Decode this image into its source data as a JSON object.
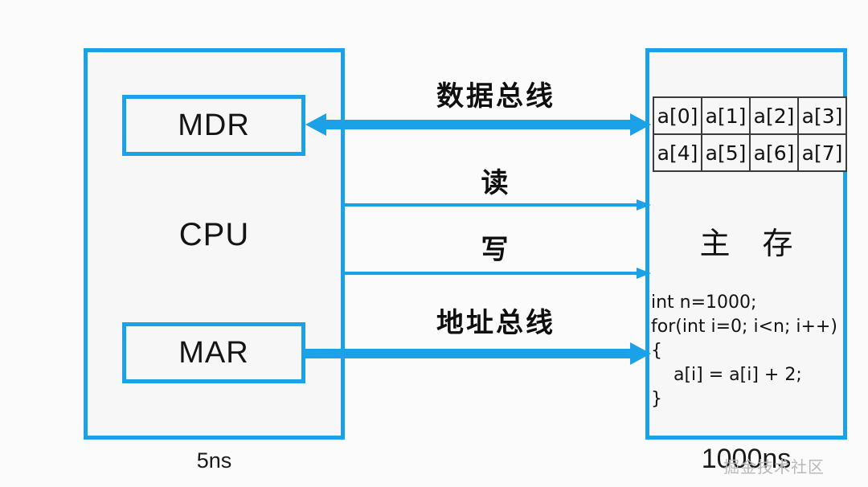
{
  "diagram": {
    "accent_color": "#1ba1e8",
    "background": "#fbfbfb",
    "text_color": "#141414",
    "grid_line_color": "#3b3b3b"
  },
  "cpu": {
    "label": "CPU",
    "registers": [
      {
        "name": "MDR",
        "label": "MDR"
      },
      {
        "name": "MAR",
        "label": "MAR"
      }
    ],
    "timing": "5ns"
  },
  "memory": {
    "label": "主 存",
    "timing": "1000ns",
    "array": {
      "rows": [
        [
          "a[0]",
          "a[1]",
          "a[2]",
          "a[3]"
        ],
        [
          "a[4]",
          "a[5]",
          "a[6]",
          "a[7]"
        ]
      ]
    },
    "code": "int n=1000;\nfor(int i=0; i<n; i++)\n{\n    a[i] = a[i] + 2;\n}"
  },
  "buses": [
    {
      "name": "data-bus",
      "label": "数据总线",
      "direction": "bidirectional",
      "weight": "thick"
    },
    {
      "name": "read-line",
      "label": "读",
      "direction": "to-memory",
      "weight": "thin"
    },
    {
      "name": "write-line",
      "label": "写",
      "direction": "to-memory",
      "weight": "thin"
    },
    {
      "name": "address-bus",
      "label": "地址总线",
      "direction": "to-memory",
      "weight": "thick"
    }
  ],
  "watermark": "掘金技术社区"
}
